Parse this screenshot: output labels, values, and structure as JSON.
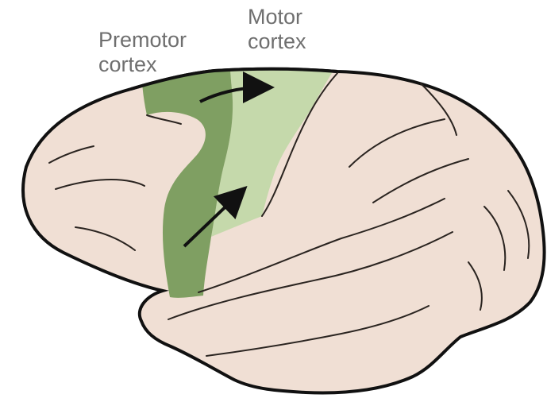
{
  "labels": {
    "premotor": {
      "line1": "Premotor",
      "line2": "cortex"
    },
    "motor": {
      "line1": "Motor",
      "line2": "cortex"
    }
  },
  "colors": {
    "brain_fill": "#f0dfd4",
    "outline": "#111111",
    "premotor_region": "#7f9f62",
    "motor_region": "#c5d9ab",
    "label_text": "#6f6f6f",
    "arrow": "#111111"
  },
  "icons": {
    "arrows": [
      "arrow-right-icon",
      "arrow-up-right-icon"
    ]
  }
}
